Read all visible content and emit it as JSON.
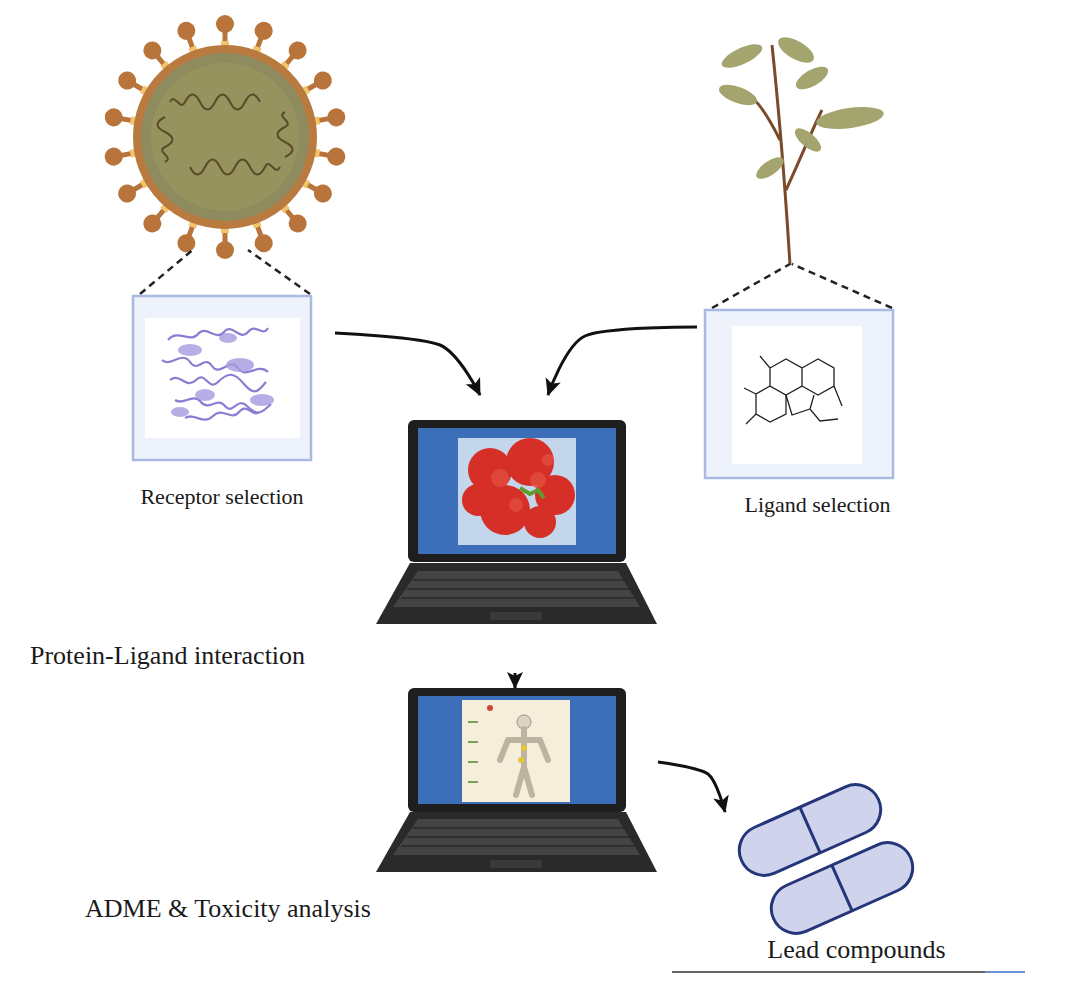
{
  "diagram": {
    "nodes": [
      {
        "text": [
          "Receptor selection"
        ]
      },
      {
        "text": [
          "Ligand selection"
        ]
      },
      {
        "text": [
          "Protein-Ligand interaction"
        ]
      },
      {
        "text": [
          "ADME & Toxicity analysis"
        ]
      },
      {
        "text": [
          "Lead compounds"
        ]
      }
    ],
    "edges": [
      {
        "from": 0,
        "to": 2,
        "arrow": "to"
      },
      {
        "from": 1,
        "to": 2,
        "arrow": "to"
      },
      {
        "from": 2,
        "to": 3,
        "arrow": "to"
      },
      {
        "from": 3,
        "to": 4,
        "arrow": "to"
      }
    ]
  }
}
